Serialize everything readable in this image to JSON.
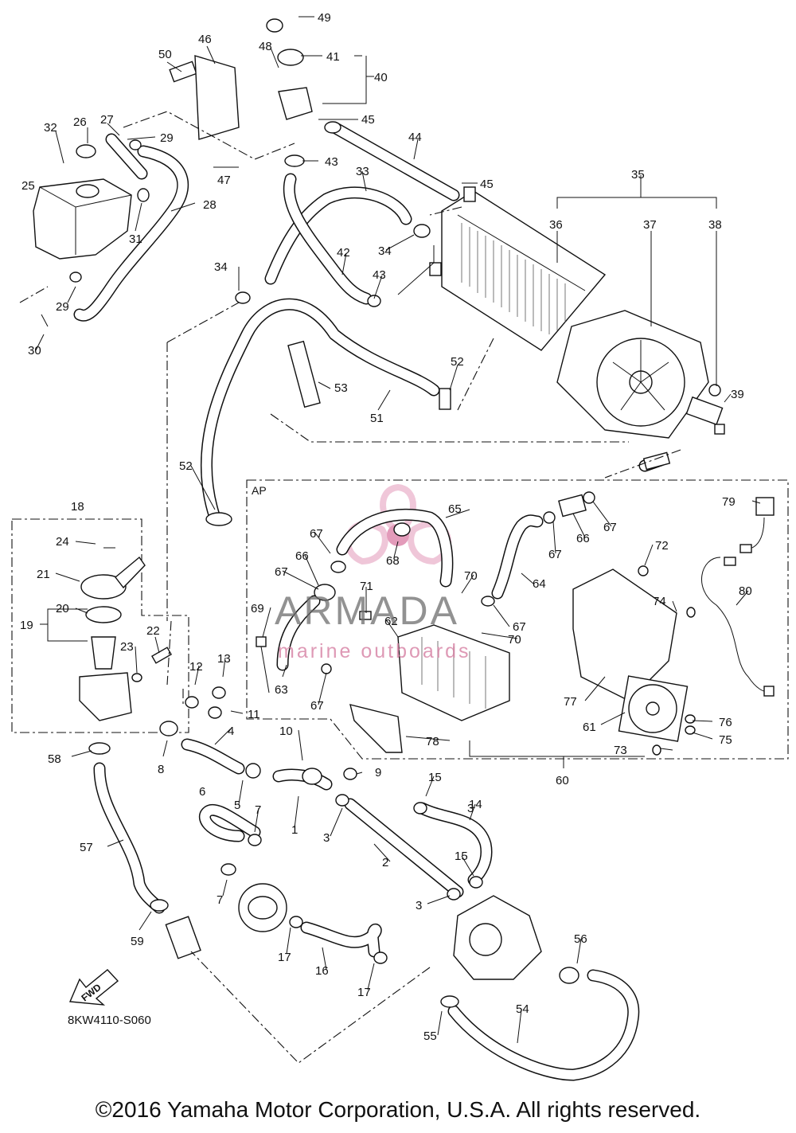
{
  "diagram": {
    "code": "8KW4110-S060",
    "copyright": "©2016 Yamaha Motor Corporation, U.S.A. All rights reserved.",
    "assembly_label": "AP",
    "forward_label": "FWD"
  },
  "watermark": {
    "name": "ARMADA",
    "subtitle": "marine outboards",
    "color": "#e6a1bf"
  },
  "callouts": [
    "1",
    "2",
    "3",
    "3",
    "3",
    "4",
    "5",
    "6",
    "7",
    "7",
    "8",
    "9",
    "10",
    "11",
    "12",
    "13",
    "14",
    "15",
    "15",
    "16",
    "17",
    "17",
    "18",
    "19",
    "20",
    "21",
    "22",
    "23",
    "24",
    "25",
    "26",
    "27",
    "28",
    "29",
    "29",
    "30",
    "31",
    "32",
    "33",
    "34",
    "34",
    "35",
    "36",
    "37",
    "38",
    "39",
    "40",
    "41",
    "42",
    "43",
    "43",
    "44",
    "45",
    "45",
    "46",
    "47",
    "48",
    "49",
    "50",
    "51",
    "52",
    "52",
    "53",
    "54",
    "55",
    "56",
    "57",
    "58",
    "59",
    "60",
    "61",
    "62",
    "63",
    "64",
    "65",
    "66",
    "66",
    "67",
    "67",
    "67",
    "67",
    "67",
    "67",
    "68",
    "69",
    "70",
    "70",
    "71",
    "72",
    "73",
    "74",
    "75",
    "76",
    "77",
    "78",
    "79",
    "80"
  ]
}
